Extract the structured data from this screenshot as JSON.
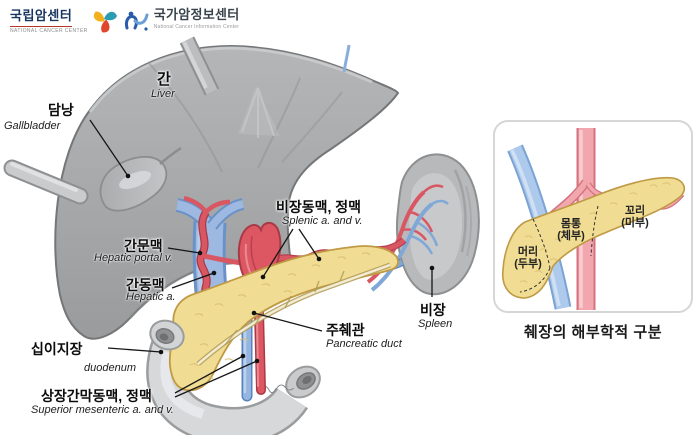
{
  "header": {
    "logo1": {
      "title": "국립암센터",
      "subtitle": "NATIONAL CANCER CENTER"
    },
    "logo2": {
      "title": "국가암정보센터",
      "subtitle": "National Cancer Information Center"
    }
  },
  "diagram": {
    "labels": {
      "liver": {
        "ko": "간",
        "en": "Liver"
      },
      "gallbladder": {
        "ko": "담낭",
        "en": "Gallbladder"
      },
      "hepatic_portal": {
        "ko": "간문맥",
        "en": "Hepatic portal v."
      },
      "hepatic_artery": {
        "ko": "간동맥",
        "en": "Hepatic a."
      },
      "splenic_vessels": {
        "ko": "비장동맥, 정맥",
        "en": "Splenic a. and v."
      },
      "pancreatic_duct": {
        "ko": "주췌관",
        "en": "Pancreatic duct"
      },
      "spleen": {
        "ko": "비장",
        "en": "Spleen"
      },
      "duodenum": {
        "ko": "십이지장",
        "en": "duodenum"
      },
      "superior_mesenteric": {
        "ko": "상장간막동맥, 정맥",
        "en": "Superior mesenteric a. and v."
      }
    }
  },
  "inset": {
    "caption": "췌장의 해부학적 구분",
    "labels": {
      "head": {
        "line1": "머리",
        "line2": "(두부)"
      },
      "body": {
        "line1": "몸통",
        "line2": "(체부)"
      },
      "tail": {
        "line1": "꼬리",
        "line2": "(미부)"
      }
    }
  },
  "colors": {
    "pancreas": "#f0dc92",
    "pancreas_outline": "#c09a45",
    "artery_red": "#dd5763",
    "vein_blue": "#8fb0dc",
    "liver_gray": "#a7a9ab",
    "spleen_gray": "#b7b9bb",
    "duodenum_gray": "#d6d8da",
    "inset_artery": "#f2a7ae",
    "inset_vein": "#adcaec",
    "logo1_text": "#17355e",
    "logo1_accent": "#b5342a"
  }
}
